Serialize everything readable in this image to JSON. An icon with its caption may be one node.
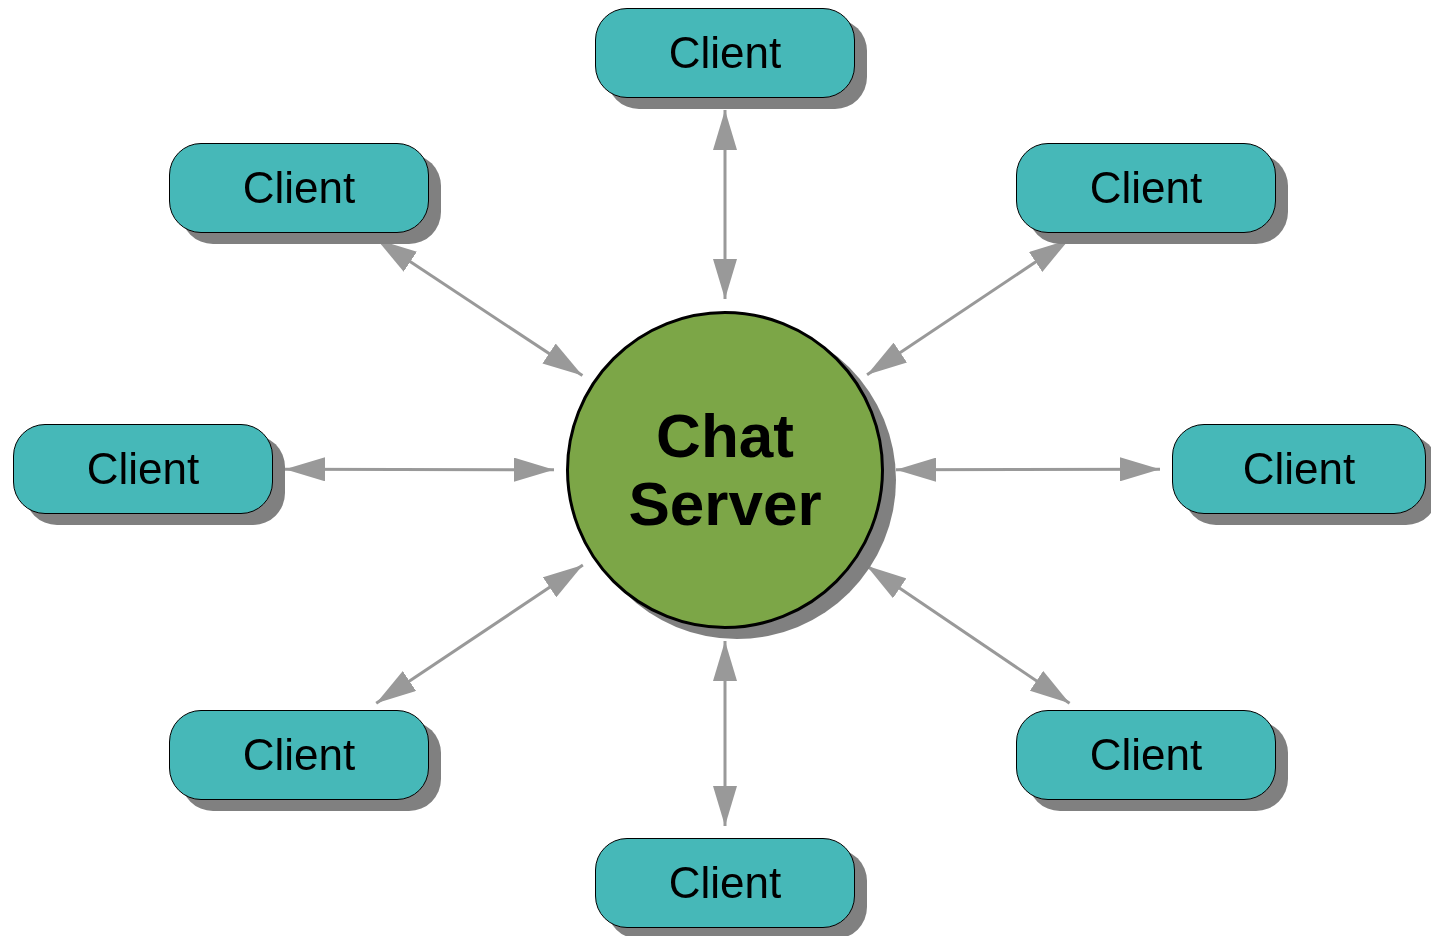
{
  "diagram": {
    "nodes": [
      {
        "text": [
          "Client"
        ]
      },
      {
        "text": [
          "Client"
        ]
      },
      {
        "text": [
          "Client"
        ]
      },
      {
        "text": [
          "Client"
        ]
      },
      {
        "text": [
          "Chat Server"
        ]
      },
      {
        "text": [
          "Client"
        ]
      },
      {
        "text": [
          "Client"
        ]
      },
      {
        "text": [
          "Client"
        ]
      },
      {
        "text": [
          "Client"
        ]
      }
    ],
    "edges": [
      {
        "from": 4,
        "to": 0,
        "arrow": "both"
      },
      {
        "from": 4,
        "to": 1,
        "arrow": "both"
      },
      {
        "from": 4,
        "to": 2,
        "arrow": "both"
      },
      {
        "from": 4,
        "to": 3,
        "arrow": "both"
      },
      {
        "from": 4,
        "to": 5,
        "arrow": "both"
      },
      {
        "from": 4,
        "to": 6,
        "arrow": "both"
      },
      {
        "from": 4,
        "to": 7,
        "arrow": "both"
      },
      {
        "from": 4,
        "to": 8,
        "arrow": "both"
      }
    ]
  }
}
